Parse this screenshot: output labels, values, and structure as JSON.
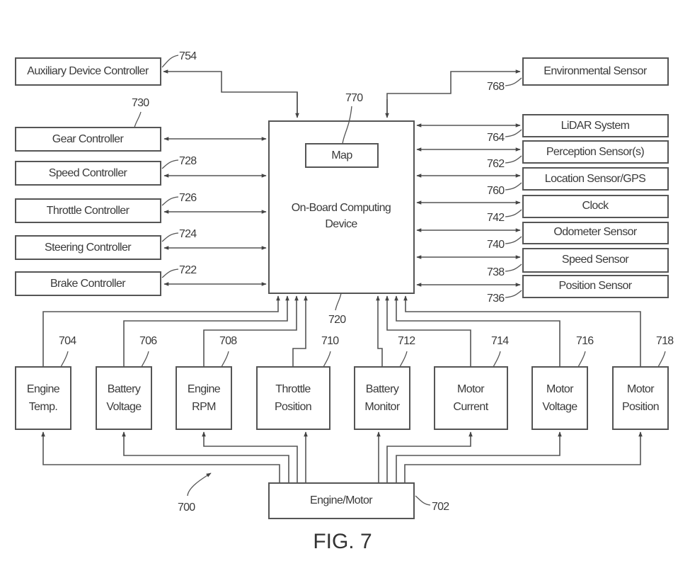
{
  "figure": {
    "caption": "FIG. 7",
    "system_ref": "700"
  },
  "central": {
    "label_line1": "On-Board Computing",
    "label_line2": "Device",
    "ref": "720",
    "map": {
      "label": "Map",
      "ref": "770"
    }
  },
  "left_controllers": [
    {
      "label": "Auxiliary Device Controller",
      "ref": "754"
    },
    {
      "label": "Gear Controller",
      "ref": "730"
    },
    {
      "label": "Speed Controller",
      "ref": "728"
    },
    {
      "label": "Throttle Controller",
      "ref": "726"
    },
    {
      "label": "Steering Controller",
      "ref": "724"
    },
    {
      "label": "Brake Controller",
      "ref": "722"
    }
  ],
  "right_sensors": [
    {
      "label": "Environmental Sensor",
      "ref": "768"
    },
    {
      "label": "LiDAR System",
      "ref": "764"
    },
    {
      "label": "Perception Sensor(s)",
      "ref": "762"
    },
    {
      "label": "Location Sensor/GPS",
      "ref": "760"
    },
    {
      "label": "Clock",
      "ref": "742"
    },
    {
      "label": "Odometer Sensor",
      "ref": "740"
    },
    {
      "label": "Speed Sensor",
      "ref": "738"
    },
    {
      "label": "Position Sensor",
      "ref": "736"
    }
  ],
  "bottom_sensors": [
    {
      "line1": "Engine",
      "line2": "Temp.",
      "ref": "704"
    },
    {
      "line1": "Battery",
      "line2": "Voltage",
      "ref": "706"
    },
    {
      "line1": "Engine",
      "line2": "RPM",
      "ref": "708"
    },
    {
      "line1": "Throttle",
      "line2": "Position",
      "ref": "710"
    },
    {
      "line1": "Battery",
      "line2": "Monitor",
      "ref": "712"
    },
    {
      "line1": "Motor",
      "line2": "Current",
      "ref": "714"
    },
    {
      "line1": "Motor",
      "line2": "Voltage",
      "ref": "716"
    },
    {
      "line1": "Motor",
      "line2": "Position",
      "ref": "718"
    }
  ],
  "engine": {
    "label": "Engine/Motor",
    "ref": "702"
  }
}
